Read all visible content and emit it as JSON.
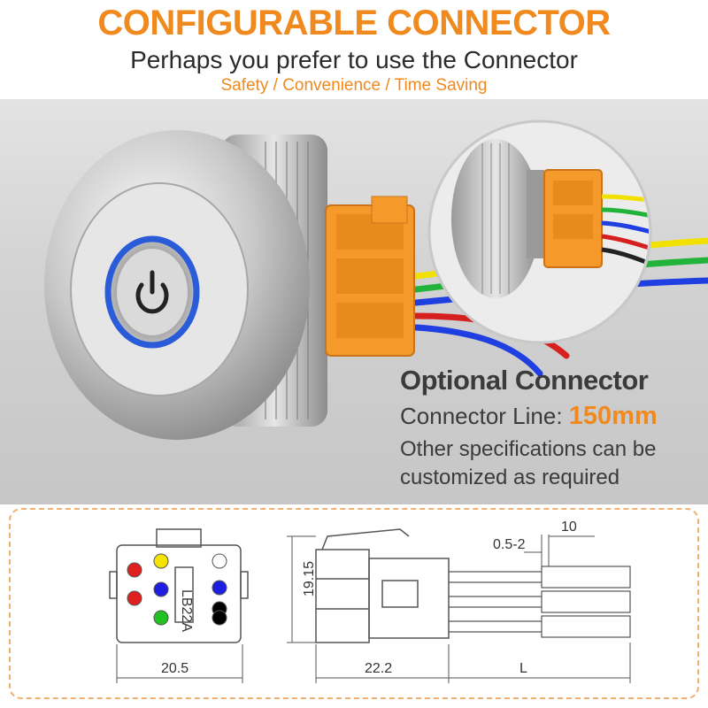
{
  "header": {
    "title": "CONFIGURABLE CONNECTOR",
    "subtitle": "Perhaps you prefer to use the Connector",
    "tagline": "Safety / Convenience / Time Saving"
  },
  "photo": {
    "optional_title": "Optional Connector",
    "connector_line_label": "Connector Line:",
    "connector_line_value": "150mm",
    "other_specs": "Other specifications can be customized as required"
  },
  "diagram": {
    "connector_code": "LB22A",
    "dim_width": "20.5",
    "dim_height": "19.15",
    "dim_depth": "22.2",
    "dim_strip": "0.5-2",
    "dim_tail": "10",
    "dim_length": "L",
    "pin_colors": [
      "#e02020",
      "#f5e400",
      "#ffffff",
      "#1e1ee0",
      "#e02020",
      "#1e1ee0",
      "#000000",
      "#22c222",
      "#000000"
    ]
  },
  "colors": {
    "accent": "#f0891e",
    "text_dark": "#3b3b3b",
    "connector_orange": "#f59a2a"
  }
}
